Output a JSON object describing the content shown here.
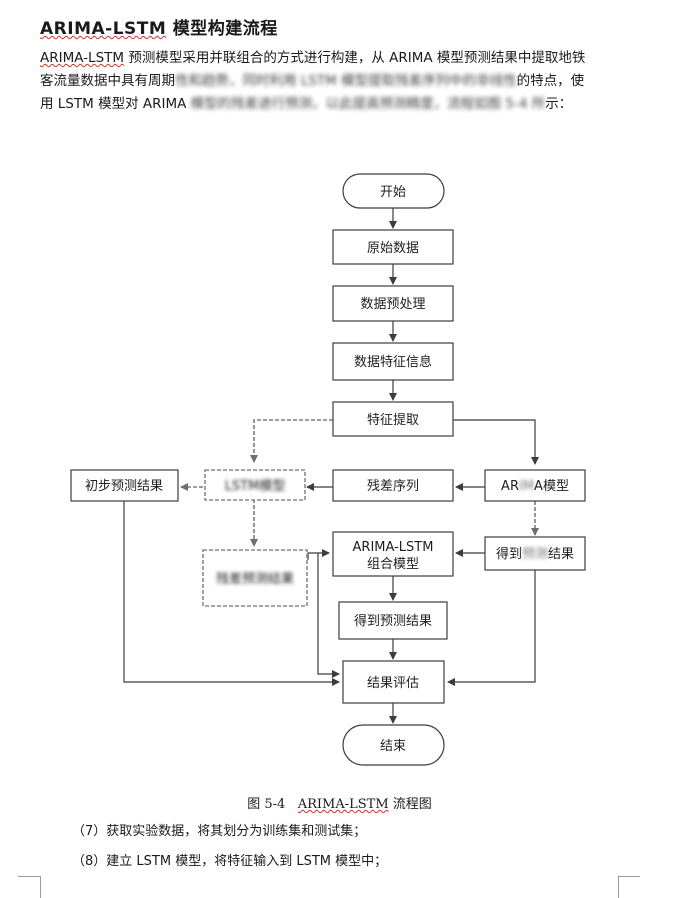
{
  "title_latin": "ARIMA-LSTM",
  "title_rest": " 模型构建流程",
  "paragraph": {
    "line1_latin": "ARIMA-LSTM",
    "line1_rest": " 预测模型采用并联组合的方式进行构建，从 ARIMA 模型预测结果中提取地铁",
    "line2_visible": "客流量数据中具有周期",
    "line2_blurred": "性和趋势，同时利用 LSTM 模型提取残差序列中的非线性",
    "line2_tail": "的特点，使",
    "line3_visible": "用 LSTM 模型对 ARIMA",
    "line3_blurred": " 模型的残差进行预测，以此提高预测精度，流程如图 5-4 所",
    "line3_tail": "示："
  },
  "flowchart": {
    "nodes": {
      "start": "开始",
      "raw": "原始数据",
      "preprocess": "数据预处理",
      "feature_info": "数据特征信息",
      "feature_extract": "特征提取",
      "arima_model_visible": "AR",
      "arima_model_blurred": "IM",
      "arima_model_tail": "A模型",
      "residual": "残差序列",
      "lstm_blurred": "LSTM模型",
      "prelim": "初步预测结果",
      "arima_result_visible": "得到",
      "arima_result_blurred": "预测",
      "arima_result_tail": "结果",
      "combo_line1": "ARIMA-LSTM",
      "combo_line2": "组合模型",
      "lstm_result_blurred": "残差预测结果",
      "get_pred": "得到预测结果",
      "evaluate": "结果评估",
      "end": "结束"
    }
  },
  "caption": {
    "prefix": "图 5-4",
    "latin": "ARIMA-LSTM",
    "suffix": " 流程图"
  },
  "steps": [
    "（7）获取实验数据，将其划分为训练集和测试集；",
    "（8）建立 LSTM 模型，将特征输入到 LSTM 模型中；"
  ]
}
